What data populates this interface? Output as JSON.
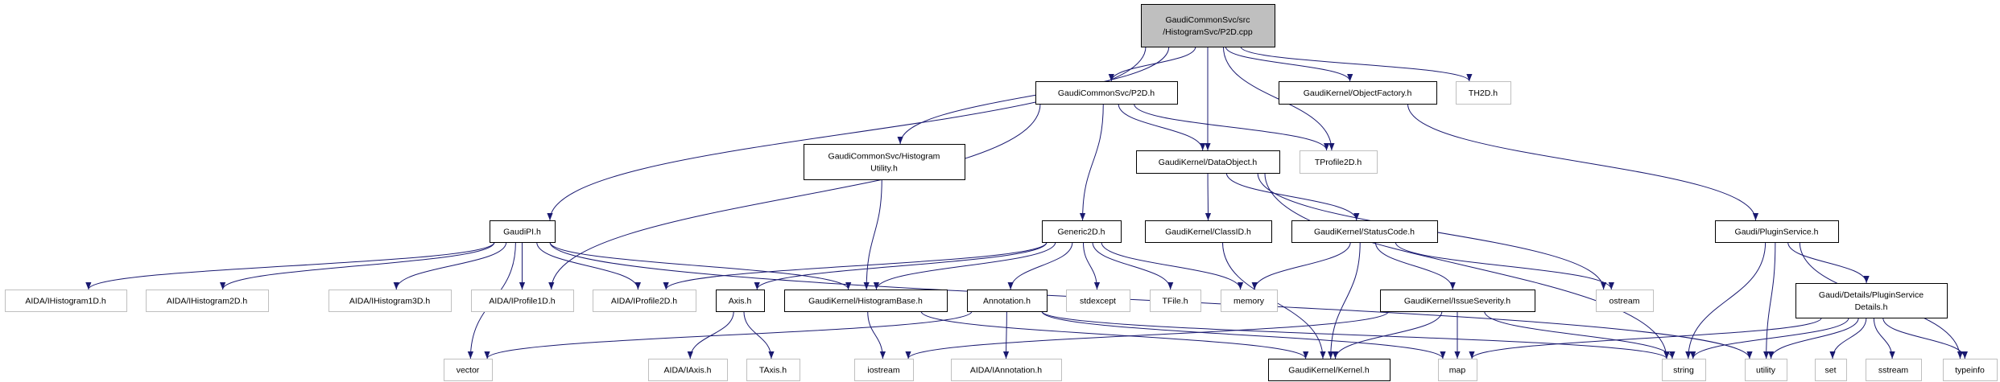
{
  "colors": {
    "edge": "#191970",
    "root_fill": "#bfbfbf",
    "documented_border": "#000000",
    "external_border": "#bfbfbf"
  },
  "nodes": [
    {
      "id": "root",
      "lines": [
        "GaudiCommonSvc/src",
        "/HistogramSvc/P2D.cpp"
      ],
      "kind": "root"
    },
    {
      "id": "p2dh",
      "lines": [
        "GaudiCommonSvc/P2D.h"
      ],
      "kind": "documented"
    },
    {
      "id": "objfac",
      "lines": [
        "GaudiKernel/ObjectFactory.h"
      ],
      "kind": "documented"
    },
    {
      "id": "th2d",
      "lines": [
        "TH2D.h"
      ],
      "kind": "external"
    },
    {
      "id": "histutil",
      "lines": [
        "GaudiCommonSvc/Histogram",
        "Utility.h"
      ],
      "kind": "documented"
    },
    {
      "id": "dataobj",
      "lines": [
        "GaudiKernel/DataObject.h"
      ],
      "kind": "documented"
    },
    {
      "id": "tprof2d",
      "lines": [
        "TProfile2D.h"
      ],
      "kind": "external"
    },
    {
      "id": "gaudipi",
      "lines": [
        "GaudiPI.h"
      ],
      "kind": "documented"
    },
    {
      "id": "generic2d",
      "lines": [
        "Generic2D.h"
      ],
      "kind": "documented"
    },
    {
      "id": "classid",
      "lines": [
        "GaudiKernel/ClassID.h"
      ],
      "kind": "documented"
    },
    {
      "id": "statuscode",
      "lines": [
        "GaudiKernel/StatusCode.h"
      ],
      "kind": "documented"
    },
    {
      "id": "pluginsvc",
      "lines": [
        "Gaudi/PluginService.h"
      ],
      "kind": "documented"
    },
    {
      "id": "ih1d",
      "lines": [
        "AIDA/IHistogram1D.h"
      ],
      "kind": "external"
    },
    {
      "id": "ih2d",
      "lines": [
        "AIDA/IHistogram2D.h"
      ],
      "kind": "external"
    },
    {
      "id": "ih3d",
      "lines": [
        "AIDA/IHistogram3D.h"
      ],
      "kind": "external"
    },
    {
      "id": "ip1d",
      "lines": [
        "AIDA/IProfile1D.h"
      ],
      "kind": "external"
    },
    {
      "id": "ip2d",
      "lines": [
        "AIDA/IProfile2D.h"
      ],
      "kind": "external"
    },
    {
      "id": "axis",
      "lines": [
        "Axis.h"
      ],
      "kind": "documented"
    },
    {
      "id": "histbase",
      "lines": [
        "GaudiKernel/HistogramBase.h"
      ],
      "kind": "documented"
    },
    {
      "id": "annotation",
      "lines": [
        "Annotation.h"
      ],
      "kind": "documented"
    },
    {
      "id": "stdexcept",
      "lines": [
        "stdexcept"
      ],
      "kind": "external"
    },
    {
      "id": "tfile",
      "lines": [
        "TFile.h"
      ],
      "kind": "external"
    },
    {
      "id": "memory",
      "lines": [
        "memory"
      ],
      "kind": "external"
    },
    {
      "id": "issuesev",
      "lines": [
        "GaudiKernel/IssueSeverity.h"
      ],
      "kind": "documented"
    },
    {
      "id": "ostream",
      "lines": [
        "ostream"
      ],
      "kind": "external"
    },
    {
      "id": "psdetails",
      "lines": [
        "Gaudi/Details/PluginService",
        "Details.h"
      ],
      "kind": "documented"
    },
    {
      "id": "vector",
      "lines": [
        "vector"
      ],
      "kind": "external"
    },
    {
      "id": "iaxis",
      "lines": [
        "AIDA/IAxis.h"
      ],
      "kind": "external"
    },
    {
      "id": "taxis",
      "lines": [
        "TAxis.h"
      ],
      "kind": "external"
    },
    {
      "id": "iostream",
      "lines": [
        "iostream"
      ],
      "kind": "external"
    },
    {
      "id": "iannot",
      "lines": [
        "AIDA/IAnnotation.h"
      ],
      "kind": "external"
    },
    {
      "id": "kernel",
      "lines": [
        "GaudiKernel/Kernel.h"
      ],
      "kind": "documented"
    },
    {
      "id": "map",
      "lines": [
        "map"
      ],
      "kind": "external"
    },
    {
      "id": "string",
      "lines": [
        "string"
      ],
      "kind": "external"
    },
    {
      "id": "utility",
      "lines": [
        "utility"
      ],
      "kind": "external"
    },
    {
      "id": "set",
      "lines": [
        "set"
      ],
      "kind": "external"
    },
    {
      "id": "sstream",
      "lines": [
        "sstream"
      ],
      "kind": "external"
    },
    {
      "id": "typeinfo",
      "lines": [
        "typeinfo"
      ],
      "kind": "external"
    }
  ],
  "edges": [
    [
      "root",
      "gaudipi"
    ],
    [
      "root",
      "histutil"
    ],
    [
      "root",
      "p2dh"
    ],
    [
      "root",
      "dataobj"
    ],
    [
      "root",
      "tprof2d"
    ],
    [
      "root",
      "objfac"
    ],
    [
      "root",
      "th2d"
    ],
    [
      "p2dh",
      "generic2d"
    ],
    [
      "p2dh",
      "dataobj"
    ],
    [
      "p2dh",
      "tprof2d"
    ],
    [
      "p2dh",
      "ip1d"
    ],
    [
      "histutil",
      "histbase"
    ],
    [
      "objfac",
      "pluginsvc"
    ],
    [
      "gaudipi",
      "ih1d"
    ],
    [
      "gaudipi",
      "ih2d"
    ],
    [
      "gaudipi",
      "ih3d"
    ],
    [
      "gaudipi",
      "ip1d"
    ],
    [
      "gaudipi",
      "ip2d"
    ],
    [
      "gaudipi",
      "histbase"
    ],
    [
      "gaudipi",
      "vector"
    ],
    [
      "gaudipi",
      "utility"
    ],
    [
      "generic2d",
      "ip2d"
    ],
    [
      "generic2d",
      "axis"
    ],
    [
      "generic2d",
      "histbase"
    ],
    [
      "generic2d",
      "annotation"
    ],
    [
      "generic2d",
      "stdexcept"
    ],
    [
      "generic2d",
      "tfile"
    ],
    [
      "generic2d",
      "memory"
    ],
    [
      "dataobj",
      "classid"
    ],
    [
      "dataobj",
      "statuscode"
    ],
    [
      "dataobj",
      "ostream"
    ],
    [
      "dataobj",
      "string"
    ],
    [
      "classid",
      "kernel"
    ],
    [
      "statuscode",
      "memory"
    ],
    [
      "statuscode",
      "kernel"
    ],
    [
      "statuscode",
      "issuesev"
    ],
    [
      "statuscode",
      "ostream"
    ],
    [
      "issuesev",
      "iostream"
    ],
    [
      "issuesev",
      "kernel"
    ],
    [
      "issuesev",
      "map"
    ],
    [
      "issuesev",
      "string"
    ],
    [
      "annotation",
      "vector"
    ],
    [
      "annotation",
      "iannot"
    ],
    [
      "annotation",
      "map"
    ],
    [
      "annotation",
      "string"
    ],
    [
      "histbase",
      "iostream"
    ],
    [
      "histbase",
      "kernel"
    ],
    [
      "axis",
      "iaxis"
    ],
    [
      "axis",
      "taxis"
    ],
    [
      "pluginsvc",
      "string"
    ],
    [
      "pluginsvc",
      "utility"
    ],
    [
      "pluginsvc",
      "psdetails"
    ],
    [
      "pluginsvc",
      "typeinfo"
    ],
    [
      "psdetails",
      "map"
    ],
    [
      "psdetails",
      "string"
    ],
    [
      "psdetails",
      "utility"
    ],
    [
      "psdetails",
      "set"
    ],
    [
      "psdetails",
      "sstream"
    ],
    [
      "psdetails",
      "typeinfo"
    ]
  ]
}
